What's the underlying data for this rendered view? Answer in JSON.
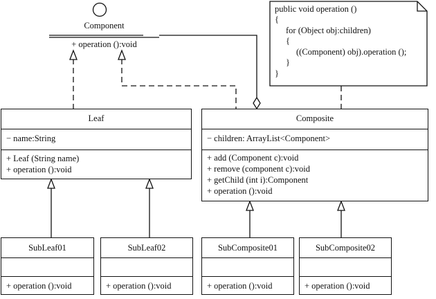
{
  "component": {
    "name": "Component",
    "operation": "+ operation ():void"
  },
  "leaf": {
    "name": "Leaf",
    "attributes": [
      "− name:String"
    ],
    "operations": [
      "+ Leaf (String name)",
      "+ operation ():void"
    ]
  },
  "composite": {
    "name": "Composite",
    "attributes": [
      "− children: ArrayList<Component>"
    ],
    "operations": [
      "+ add (Component c):void",
      "+ remove (component c):void",
      "+ getChild (int i):Component",
      "+ operation ():void"
    ]
  },
  "subleaf01": {
    "name": "SubLeaf01",
    "operation": "+ operation ():void"
  },
  "subleaf02": {
    "name": "SubLeaf02",
    "operation": "+ operation ():void"
  },
  "subcomposite01": {
    "name": "SubComposite01",
    "operation": "+ operation ():void"
  },
  "subcomposite02": {
    "name": "SubComposite02",
    "operation": "+ operation ():void"
  },
  "note": {
    "lines": [
      "public void operation ()",
      "{",
      "for (Object obj:children)",
      "{",
      "((Component) obj).operation ();",
      "}",
      "}"
    ]
  }
}
